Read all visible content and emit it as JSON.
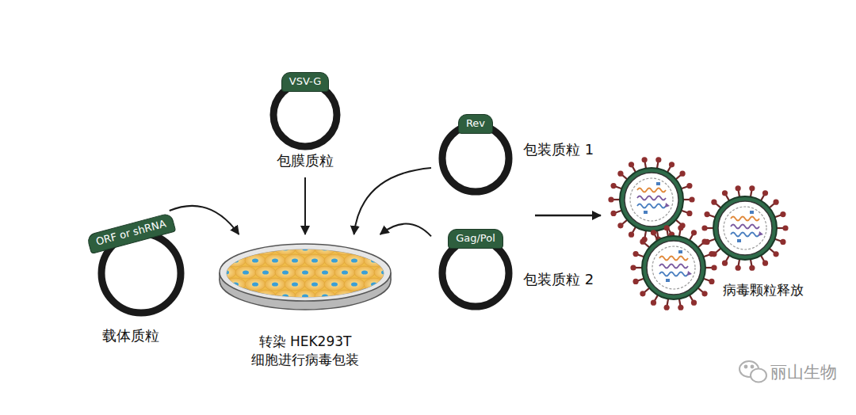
{
  "diagram": {
    "nodes": [
      {
        "text": [
          "VSV-G",
          "包膜质粒"
        ]
      },
      {
        "text": [
          "Rev",
          "包装质粒 1"
        ]
      },
      {
        "text": [
          "ORF or shRNA",
          "载体质粒"
        ]
      },
      {
        "text": [
          "转染 HEK293T 细胞进行病毒包装"
        ]
      },
      {
        "text": [
          "Gag/Pol",
          "包装质粒 2"
        ]
      },
      {
        "text": [
          "病毒颗粒释放"
        ]
      }
    ],
    "edges": [
      {
        "from": 0,
        "to": 3,
        "arrow": "to"
      },
      {
        "from": 1,
        "to": 3,
        "arrow": "to"
      },
      {
        "from": 2,
        "to": 3,
        "arrow": "to"
      },
      {
        "from": 4,
        "to": 3,
        "arrow": "to"
      },
      {
        "from": 3,
        "to": 5,
        "arrow": "to"
      }
    ],
    "labels": [
      "丽山生物"
    ]
  }
}
